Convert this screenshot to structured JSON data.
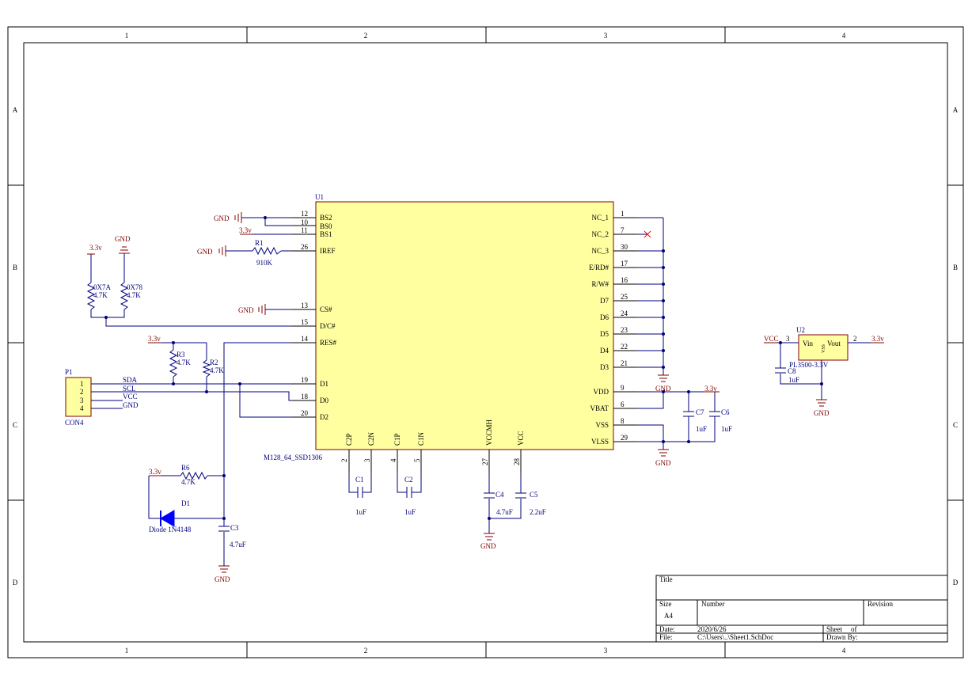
{
  "frame": {
    "columns": [
      "1",
      "2",
      "3",
      "4"
    ],
    "rows": [
      "A",
      "B",
      "C",
      "D"
    ]
  },
  "colors": {
    "ic_body": "#ffffa0",
    "wire": "#00007f",
    "power_port": "#7f0000",
    "diode_fill": "#0000ff"
  },
  "u1": {
    "designator": "U1",
    "comment": "M128_64_SSD1306",
    "left_pins": [
      {
        "num": "12",
        "name": "BS2"
      },
      {
        "num": "10",
        "name": "BS0"
      },
      {
        "num": "11",
        "name": "BS1"
      },
      {
        "num": "26",
        "name": "IREF"
      },
      {
        "num": "13",
        "name": "CS#"
      },
      {
        "num": "15",
        "name": "D/C#"
      },
      {
        "num": "14",
        "name": "RES#"
      },
      {
        "num": "19",
        "name": "D1"
      },
      {
        "num": "18",
        "name": "D0"
      },
      {
        "num": "20",
        "name": "D2"
      }
    ],
    "right_pins": [
      {
        "num": "1",
        "name": "NC_1"
      },
      {
        "num": "7",
        "name": "NC_2"
      },
      {
        "num": "30",
        "name": "NC_3"
      },
      {
        "num": "17",
        "name": "E/RD#"
      },
      {
        "num": "16",
        "name": "R/W#"
      },
      {
        "num": "25",
        "name": "D7"
      },
      {
        "num": "24",
        "name": "D6"
      },
      {
        "num": "23",
        "name": "D5"
      },
      {
        "num": "22",
        "name": "D4"
      },
      {
        "num": "21",
        "name": "D3"
      },
      {
        "num": "9",
        "name": "VDD"
      },
      {
        "num": "6",
        "name": "VBAT"
      },
      {
        "num": "8",
        "name": "VSS"
      },
      {
        "num": "29",
        "name": "VLSS"
      }
    ],
    "bottom_pins": [
      {
        "num": "2",
        "name": "C2P"
      },
      {
        "num": "3",
        "name": "C2N"
      },
      {
        "num": "4",
        "name": "C1P"
      },
      {
        "num": "5",
        "name": "C1N"
      },
      {
        "num": "27",
        "name": "VCCMH"
      },
      {
        "num": "28",
        "name": "VCC"
      }
    ]
  },
  "u2": {
    "designator": "U2",
    "comment": "PL3500-3.3V",
    "vin": "Vin",
    "vout": "Vout",
    "vss": "VSS",
    "pin_in": "3",
    "pin_out": "2"
  },
  "p1": {
    "designator": "P1",
    "comment": "CON4",
    "pins": [
      "1",
      "2",
      "3",
      "4"
    ],
    "nets": [
      "SDA",
      "SCL",
      "VCC",
      "GND"
    ]
  },
  "resistors": {
    "r1": {
      "designator": "R1",
      "value": "910K"
    },
    "r2": {
      "designator": "R2",
      "value": "4.7K"
    },
    "r3": {
      "designator": "R3",
      "value": "4.7K"
    },
    "r6": {
      "designator": "R6",
      "value": "4.7K"
    },
    "r7a": {
      "designator": "0X7A",
      "value": "4.7K"
    },
    "r78": {
      "designator": "0X78",
      "value": "4.7K"
    }
  },
  "capacitors": {
    "c1": {
      "designator": "C1",
      "value": "1uF"
    },
    "c2": {
      "designator": "C2",
      "value": "1uF"
    },
    "c3": {
      "designator": "C3",
      "value": "4.7uF"
    },
    "c4": {
      "designator": "C4",
      "value": "4.7uF"
    },
    "c5": {
      "designator": "C5",
      "value": "2.2uF"
    },
    "c6": {
      "designator": "C6",
      "value": "1uF"
    },
    "c7": {
      "designator": "C7",
      "value": "1uF"
    },
    "c8": {
      "designator": "C8",
      "value": "1uF"
    }
  },
  "diode": {
    "designator": "D1",
    "comment": "Diode 1N4148"
  },
  "power": {
    "gnd": "GND",
    "v33": "3.3v",
    "vcc": "VCC"
  },
  "title_block": {
    "title_label": "Title",
    "size_label": "Size",
    "size_value": "A4",
    "number_label": "Number",
    "revision_label": "Revision",
    "date_label": "Date:",
    "date_value": "2020/6/26",
    "file_label": "File:",
    "file_value": "C:\\Users\\..\\Sheet1.SchDoc",
    "sheet_label": "Sheet",
    "of_label": "of",
    "drawn_label": "Drawn By:"
  }
}
